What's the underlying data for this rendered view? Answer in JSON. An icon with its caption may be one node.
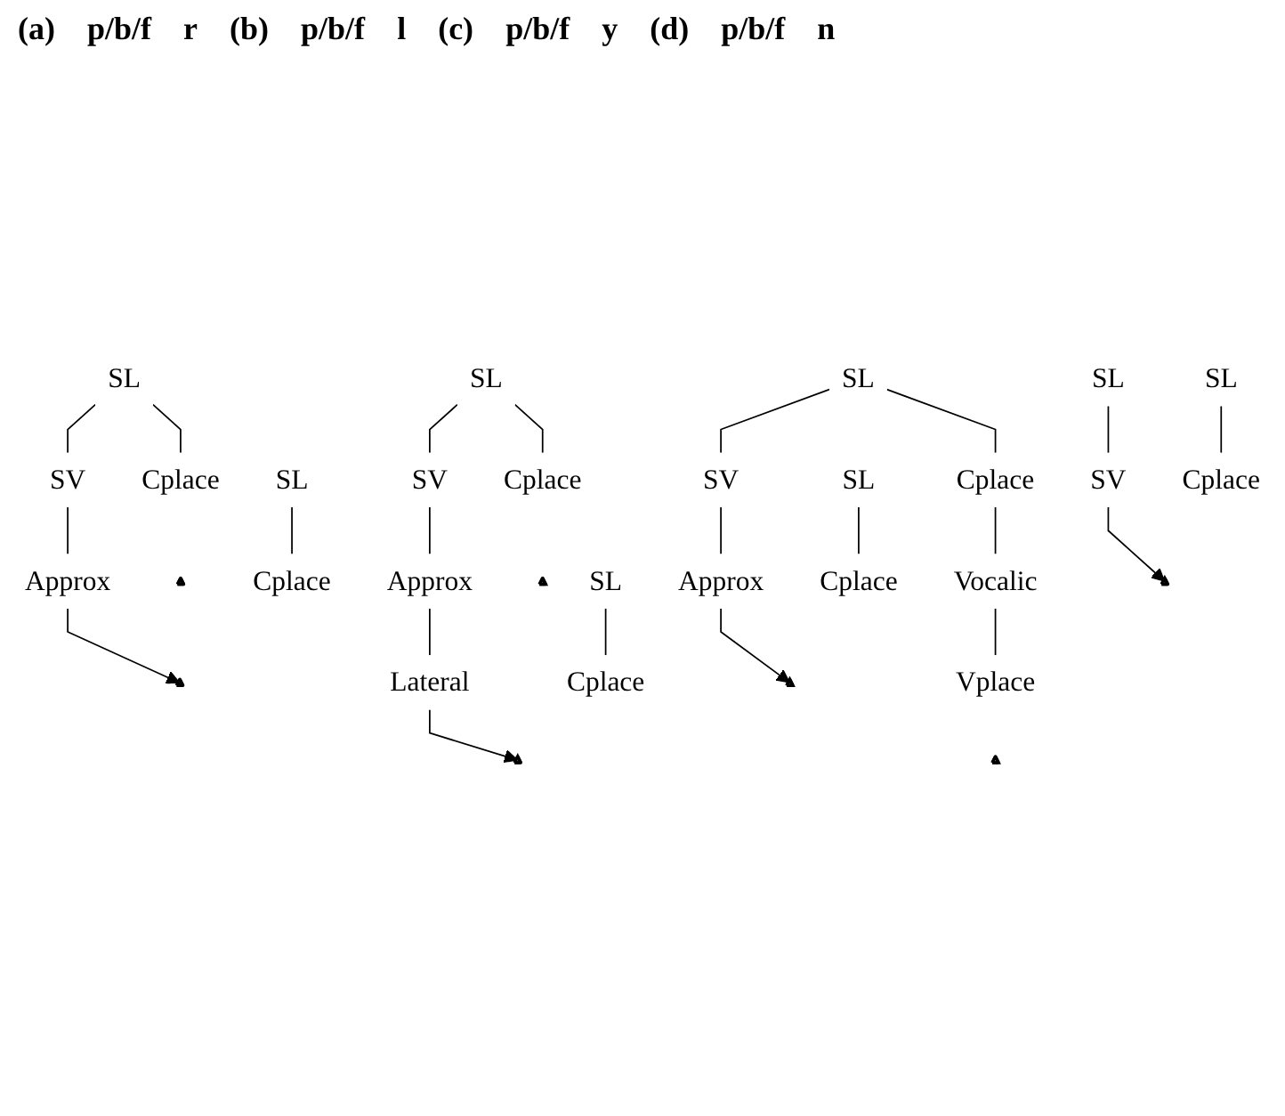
{
  "diagram": {
    "nodes": [
      {
        "text": [
          "SL"
        ]
      },
      {
        "text": [
          "Cplace"
        ]
      },
      {
        "text": [],
        "shape": "triangle"
      },
      {
        "text": [
          "SL"
        ]
      },
      {
        "text": [
          "SV"
        ]
      },
      {
        "text": [
          "Cplace"
        ]
      },
      {
        "text": [],
        "shape": "triangle"
      },
      {
        "text": [
          "Approx"
        ]
      },
      {
        "text": [
          "SL"
        ]
      },
      {
        "text": [
          "Cplace"
        ]
      },
      {
        "text": [],
        "shape": "triangle"
      },
      {
        "text": [
          "SL"
        ]
      },
      {
        "text": [
          "SV"
        ]
      },
      {
        "text": [
          "Cplace"
        ]
      },
      {
        "text": [],
        "shape": "triangle"
      },
      {
        "text": [
          "Approx"
        ]
      },
      {
        "text": [
          "Lateral"
        ]
      },
      {
        "text": [
          "SL"
        ]
      },
      {
        "text": [
          "Cplace"
        ]
      },
      {
        "text": [],
        "shape": "triangle"
      },
      {
        "text": [
          "SL"
        ]
      },
      {
        "text": [
          "SV"
        ]
      },
      {
        "text": [
          "Cplace"
        ]
      },
      {
        "text": [
          "Approx"
        ]
      },
      {
        "text": [
          "Vocalic"
        ]
      },
      {
        "text": [
          "Vplace"
        ]
      },
      {
        "text": [],
        "shape": "triangle"
      },
      {
        "text": [
          "SL"
        ]
      },
      {
        "text": [
          "Cplace"
        ]
      },
      {
        "text": [],
        "shape": "triangle"
      },
      {
        "text": [
          "SL"
        ]
      },
      {
        "text": [
          "SV"
        ]
      }
    ],
    "edges": [
      {
        "from": 0,
        "to": 1,
        "arrow": "none"
      },
      {
        "from": 3,
        "to": 4,
        "arrow": "none"
      },
      {
        "from": 3,
        "to": 5,
        "arrow": "none"
      },
      {
        "from": 4,
        "to": 7,
        "arrow": "none"
      },
      {
        "from": 7,
        "to": 2,
        "arrow": "to"
      },
      {
        "from": 8,
        "to": 9,
        "arrow": "none"
      },
      {
        "from": 11,
        "to": 12,
        "arrow": "none"
      },
      {
        "from": 11,
        "to": 13,
        "arrow": "none"
      },
      {
        "from": 12,
        "to": 15,
        "arrow": "none"
      },
      {
        "from": 15,
        "to": 16,
        "arrow": "none"
      },
      {
        "from": 16,
        "to": 10,
        "arrow": "to"
      },
      {
        "from": 17,
        "to": 18,
        "arrow": "none"
      },
      {
        "from": 20,
        "to": 21,
        "arrow": "none"
      },
      {
        "from": 20,
        "to": 22,
        "arrow": "none"
      },
      {
        "from": 21,
        "to": 23,
        "arrow": "none"
      },
      {
        "from": 22,
        "to": 24,
        "arrow": "none"
      },
      {
        "from": 24,
        "to": 25,
        "arrow": "none"
      },
      {
        "from": 23,
        "to": 19,
        "arrow": "to"
      },
      {
        "from": 27,
        "to": 28,
        "arrow": "none"
      },
      {
        "from": 30,
        "to": 31,
        "arrow": "none"
      },
      {
        "from": 31,
        "to": 29,
        "arrow": "to"
      }
    ],
    "labels": [
      "(a)",
      "p/b/f",
      "r",
      "(b)",
      "p/b/f",
      "l",
      "(c)",
      "p/b/f",
      "y",
      "(d)",
      "p/b/f",
      "n"
    ]
  }
}
